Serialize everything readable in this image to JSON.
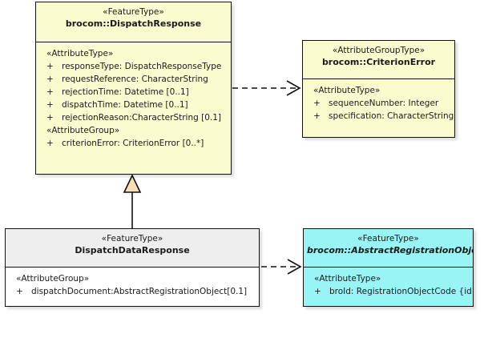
{
  "diagram": {
    "type": "uml-class-diagram",
    "classes": [
      {
        "id": "dispatch-response",
        "stereotype": "«FeatureType»",
        "name": "brocom::DispatchResponse",
        "abstract": false,
        "fill": "#fbfbd0",
        "sections": [
          {
            "label": "«AttributeType»",
            "attributes": [
              {
                "visibility": "+",
                "text": "responseType: DispatchResponseType"
              },
              {
                "visibility": "+",
                "text": "requestReference: CharacterString"
              },
              {
                "visibility": "+",
                "text": "rejectionTime: Datetime [0..1]"
              },
              {
                "visibility": "+",
                "text": "dispatchTime: Datetime [0..1]"
              },
              {
                "visibility": "+",
                "text": "rejectionReason:CharacterString [0.1]"
              }
            ]
          },
          {
            "label": "«AttributeGroup»",
            "attributes": [
              {
                "visibility": "+",
                "text": "criterionError: CriterionError [0..*]"
              }
            ]
          }
        ]
      },
      {
        "id": "criterion-error",
        "stereotype": "«AttributeGroupType»",
        "name": "brocom::CriterionError",
        "abstract": false,
        "fill": "#fbfbd0",
        "sections": [
          {
            "label": "«AttributeType»",
            "attributes": [
              {
                "visibility": "+",
                "text": "sequenceNumber: Integer"
              },
              {
                "visibility": "+",
                "text": "specification: CharacterString"
              }
            ]
          }
        ]
      },
      {
        "id": "dispatch-data-response",
        "stereotype": "«FeatureType»",
        "name": "DispatchDataResponse",
        "abstract": false,
        "fill": "#ffffff",
        "sections": [
          {
            "label": "«AttributeGroup»",
            "attributes": [
              {
                "visibility": "+",
                "text": "dispatchDocument:AbstractRegistrationObject[0.1]"
              }
            ]
          }
        ]
      },
      {
        "id": "abstract-registration-object",
        "stereotype": "«FeatureType»",
        "name": "brocom::AbstractRegistrationObject",
        "abstract": true,
        "fill": "#99f5f5",
        "sections": [
          {
            "label": "«AttributeType»",
            "attributes": [
              {
                "visibility": "+",
                "text": "broId: RegistrationObjectCode {id}"
              }
            ]
          }
        ]
      }
    ],
    "relations": [
      {
        "id": "dependency-dispatch-response-to-criterion-error",
        "kind": "dependency",
        "style": "dashed-open-arrow",
        "from": "dispatch-response",
        "to": "criterion-error"
      },
      {
        "id": "generalization-dispatch-data-response-to-dispatch-response",
        "kind": "generalization",
        "style": "solid-hollow-triangle",
        "from": "dispatch-data-response",
        "to": "dispatch-response"
      },
      {
        "id": "dependency-dispatch-data-response-to-abstract-registration-object",
        "kind": "dependency",
        "style": "dashed-open-arrow",
        "from": "dispatch-data-response",
        "to": "abstract-registration-object"
      }
    ]
  },
  "colors": {
    "feature_type_fill": "#fbfbd0",
    "attribute_group_type_fill": "#fbfbd0",
    "abstract_fill": "#99f5f5",
    "header_gray_fill": "#eeeeee",
    "border": "#111111",
    "triangle_fill": "#f7dfb5"
  }
}
